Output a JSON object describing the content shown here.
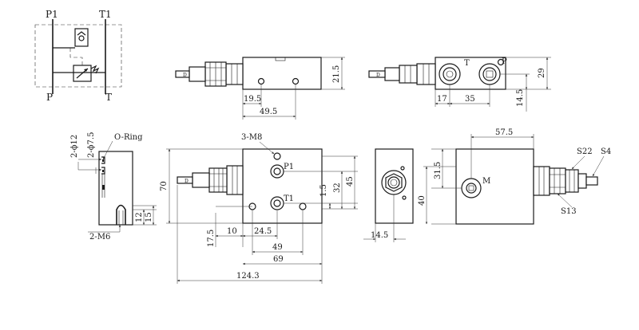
{
  "schematic": {
    "p1": "P1",
    "t1": "T1",
    "p": "P",
    "t": "T"
  },
  "top_view": {
    "d_21_5": "21.5",
    "d_19_5": "19.5",
    "d_49_5": "49.5"
  },
  "right_top_view": {
    "port_t": "T",
    "port_p": "P",
    "d_29": "29",
    "d_17": "17",
    "d_35": "35",
    "d_14_5": "14.5"
  },
  "side_view": {
    "phi12": "2-ϕ12",
    "phi7_5": "2-ϕ7.5",
    "oring": "O-Ring",
    "d_12": "12",
    "d_15": "15",
    "m6": "2-M6"
  },
  "front_view": {
    "m8": "3-M8",
    "p1": "P1",
    "t1": "T1",
    "d_70": "70",
    "d_1_5": "1.5",
    "d_32": "32",
    "d_45": "45",
    "d_17_5": "17.5",
    "d_10": "10",
    "d_24_5": "24.5",
    "d_49": "49",
    "d_69": "69",
    "d_124_3": "124.3"
  },
  "end_view": {
    "d_14_5": "14.5"
  },
  "right_front_view": {
    "d_57_5": "57.5",
    "d_31_5": "31.5",
    "d_40": "40",
    "port_m": "M",
    "s22": "S22",
    "s4": "S4",
    "s13": "S13"
  }
}
